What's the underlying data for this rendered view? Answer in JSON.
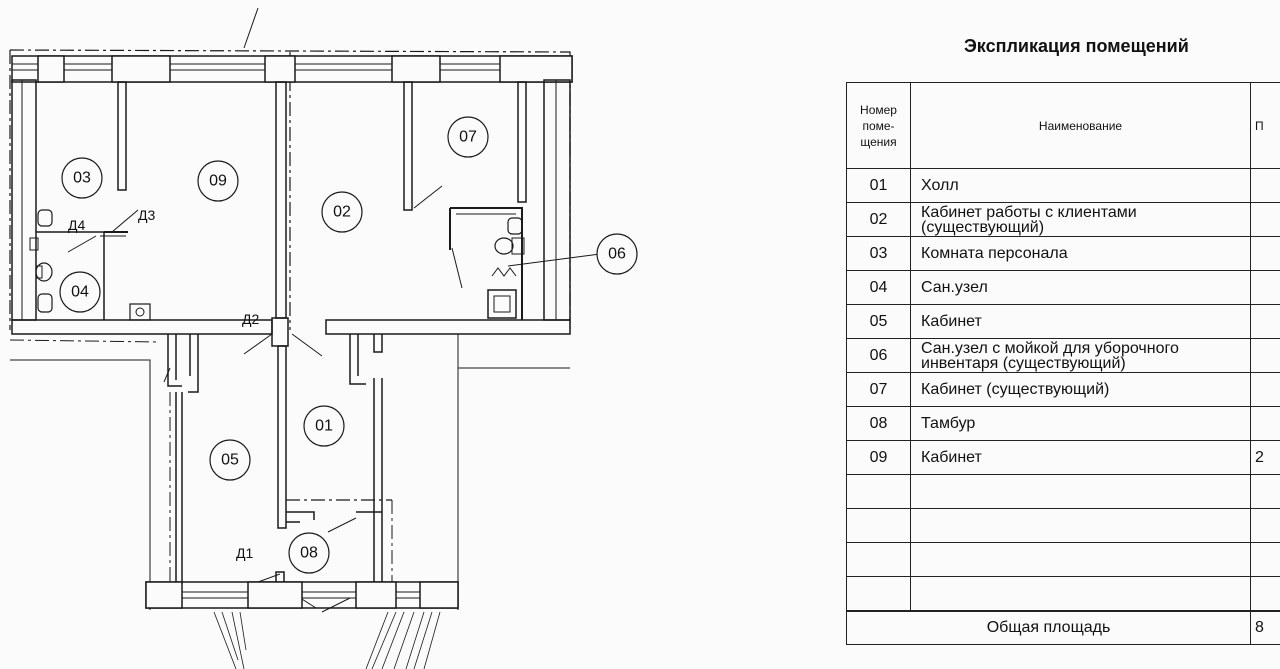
{
  "plan": {
    "rooms": [
      {
        "id": "r01",
        "label": "01"
      },
      {
        "id": "r02",
        "label": "02"
      },
      {
        "id": "r03",
        "label": "03"
      },
      {
        "id": "r04",
        "label": "04"
      },
      {
        "id": "r05",
        "label": "05"
      },
      {
        "id": "r06",
        "label": "06"
      },
      {
        "id": "r07",
        "label": "07"
      },
      {
        "id": "r08",
        "label": "08"
      },
      {
        "id": "r09",
        "label": "09"
      }
    ],
    "doors": [
      {
        "id": "d1",
        "label": "Д1"
      },
      {
        "id": "d2",
        "label": "Д2"
      },
      {
        "id": "d3",
        "label": "Д3"
      },
      {
        "id": "d4",
        "label": "Д4"
      }
    ]
  },
  "explication": {
    "title": "Экспликация помещений",
    "headers": {
      "number": "Номер поме-щения",
      "name": "Наименование",
      "area": "П"
    },
    "rows": [
      {
        "num": "01",
        "name": "Холл",
        "area": ""
      },
      {
        "num": "02",
        "name": "Кабинет работы с клиентами (существующий)",
        "area": ""
      },
      {
        "num": "03",
        "name": "Комната персонала",
        "area": ""
      },
      {
        "num": "04",
        "name": "Сан.узел",
        "area": ""
      },
      {
        "num": "05",
        "name": "Кабинет",
        "area": ""
      },
      {
        "num": "06",
        "name": "Сан.узел с мойкой для уборочного инвентаря (существующий)",
        "area": ""
      },
      {
        "num": "07",
        "name": "Кабинет (существующий)",
        "area": ""
      },
      {
        "num": "08",
        "name": "Тамбур",
        "area": ""
      },
      {
        "num": "09",
        "name": "Кабинет",
        "area": "2"
      }
    ],
    "total_label": "Общая площадь",
    "total_value": "8"
  }
}
